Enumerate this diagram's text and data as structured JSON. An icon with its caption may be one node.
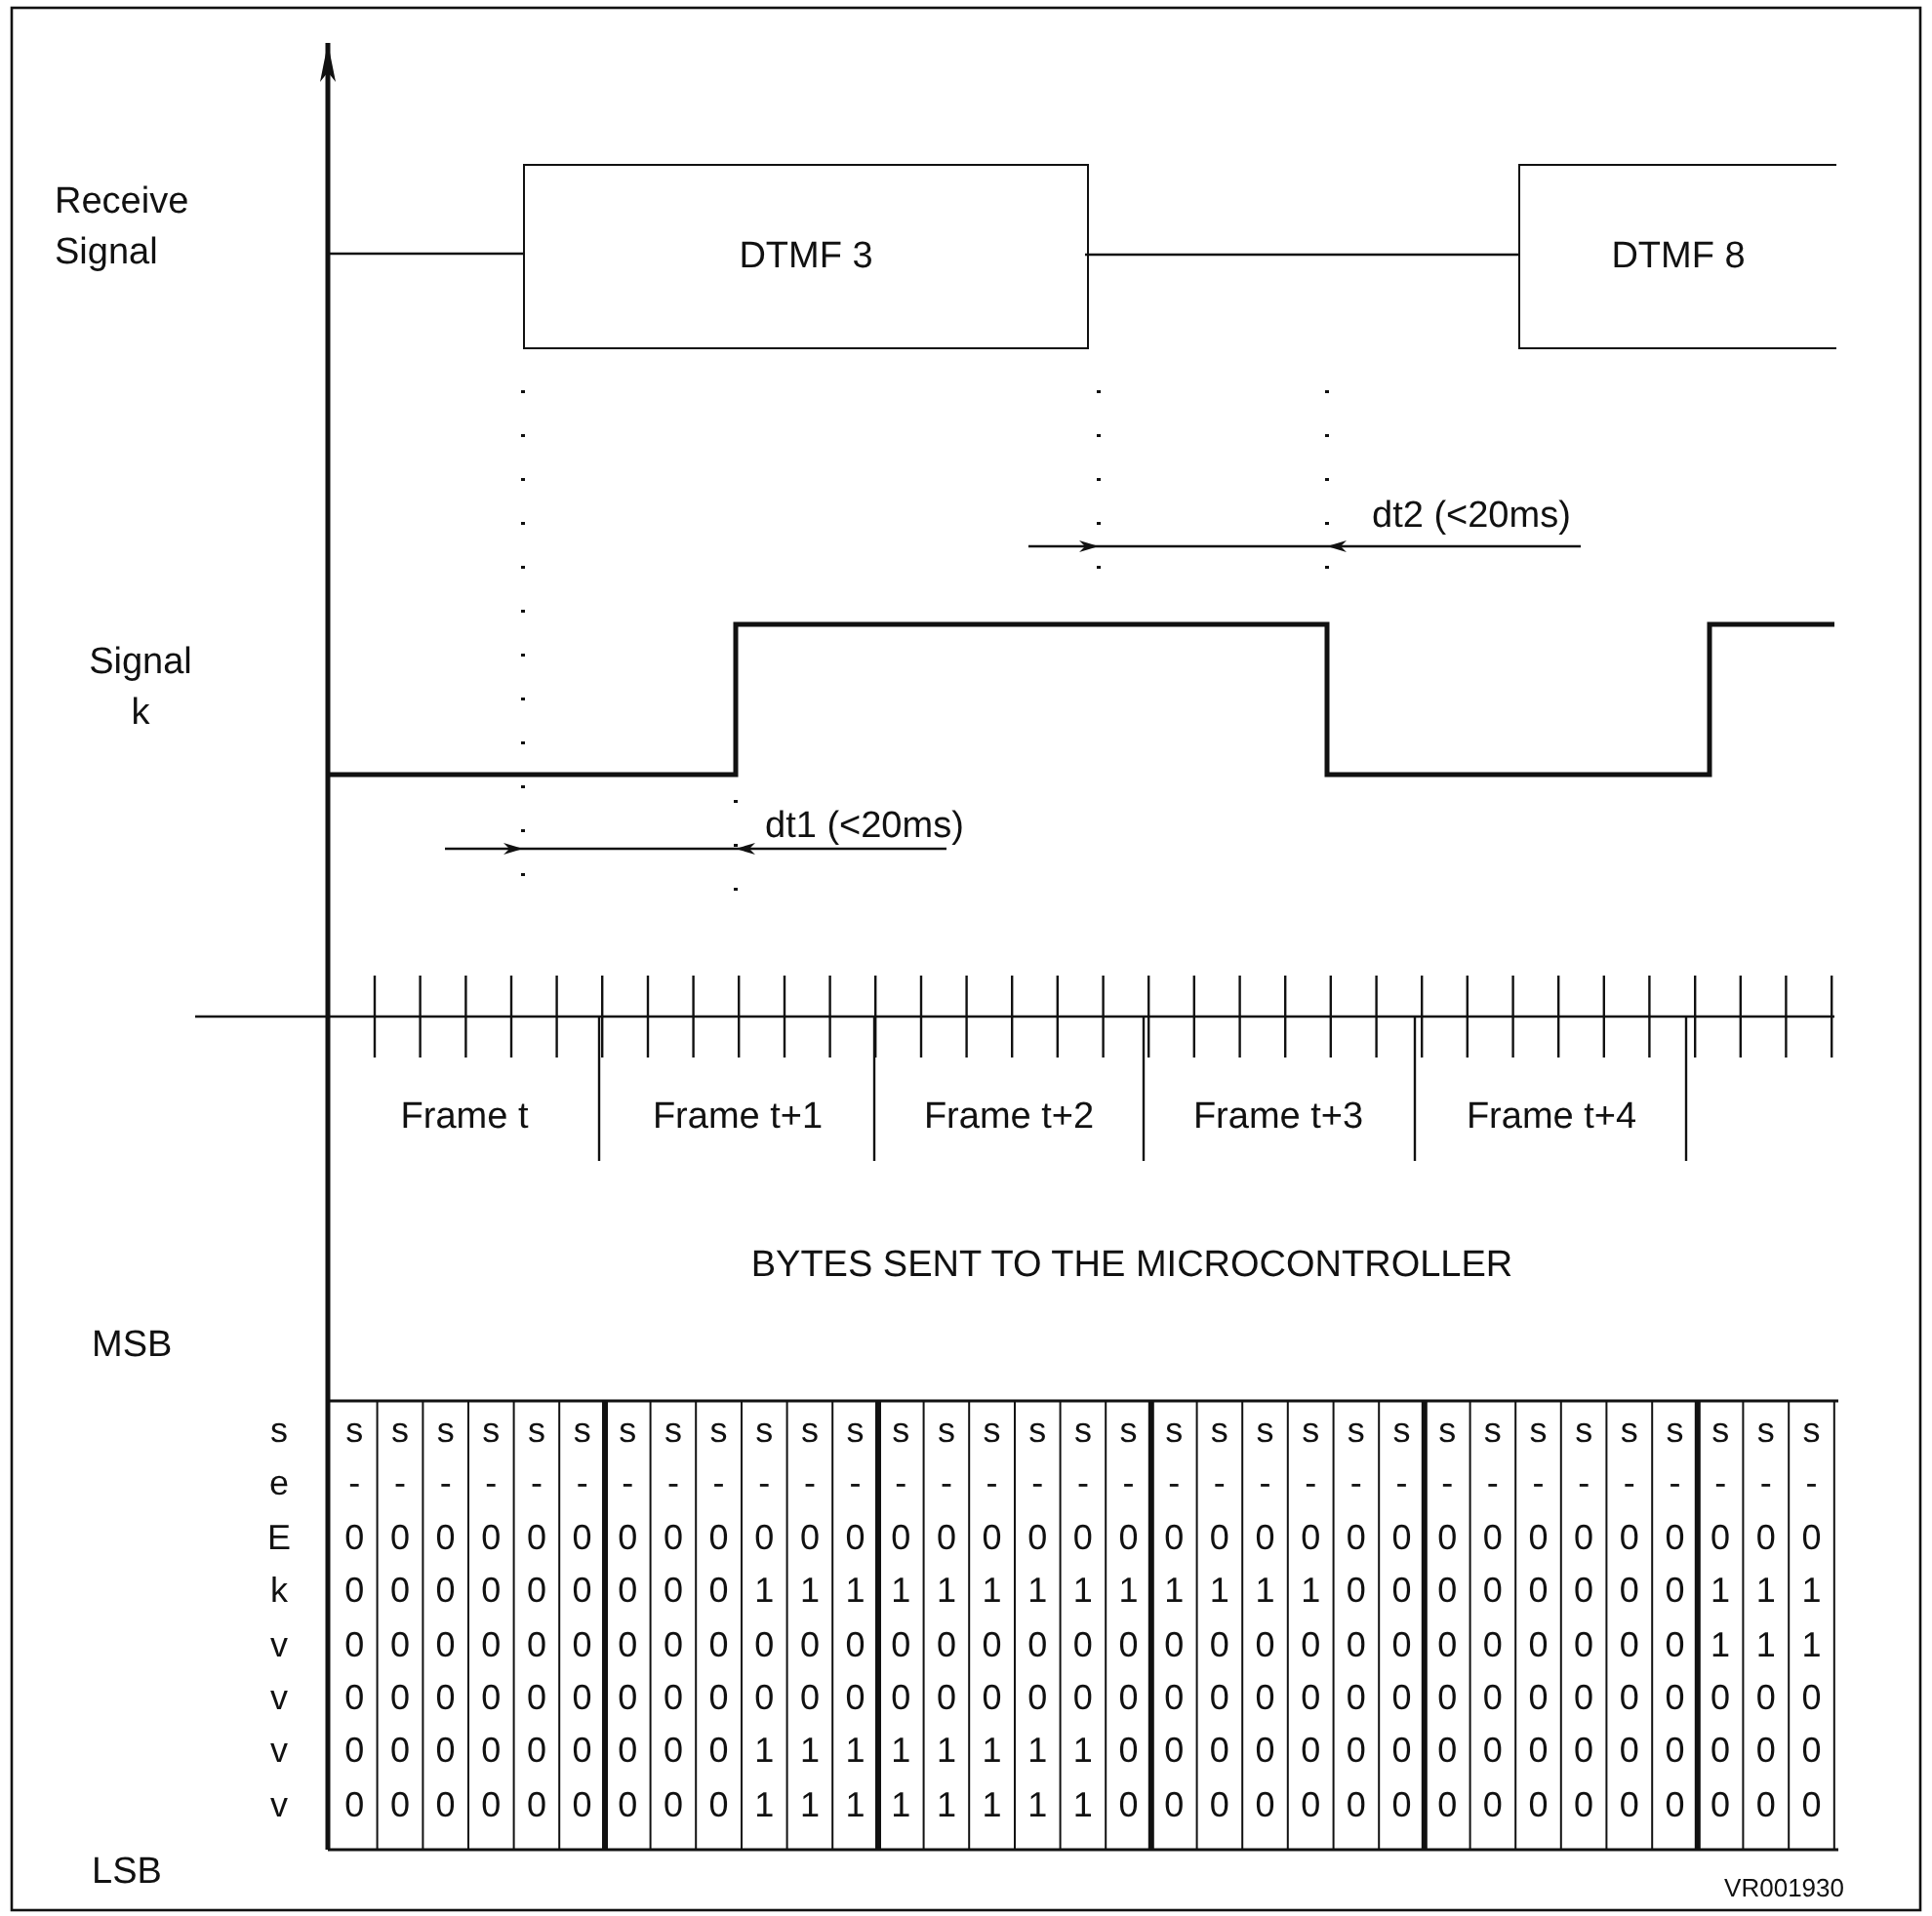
{
  "diagram": {
    "nodes": [
      {
        "text": [
          "DTMF 3"
        ]
      },
      {
        "text": [
          "DTMF 8"
        ]
      }
    ],
    "edges": [
      {
        "from": 0,
        "to": 1,
        "arrow": "none"
      }
    ],
    "labels": [
      "Receive Signal",
      "dt2 (<20ms)",
      "Signal k",
      "dt1 (<20ms)",
      "Frame t",
      "Frame t+1",
      "Frame t+2",
      "Frame t+3",
      "Frame t+4",
      "BYTES SENT TO THE MICROCONTROLLER",
      "MSB",
      "s",
      "s",
      "s",
      "s",
      "s",
      "s",
      "s",
      "s",
      "s",
      "s",
      "s",
      "s",
      "s",
      "s",
      "s",
      "s",
      "s",
      "s",
      "s",
      "s",
      "s",
      "s",
      "s",
      "s",
      "s",
      "s",
      "s",
      "s",
      "s",
      "s",
      "s",
      "s",
      "s",
      "s",
      "e",
      "-",
      "-",
      "-",
      "-",
      "-",
      "-",
      "-",
      "-",
      "-",
      "-",
      "-",
      "-",
      "-",
      "-",
      "-",
      "-",
      "-",
      "-",
      "-",
      "-",
      "-",
      "-",
      "-",
      "-",
      "-",
      "-",
      "-",
      "-",
      "-",
      "-",
      "-",
      "-",
      "-",
      "E",
      "0",
      "0",
      "0",
      "0",
      "0",
      "0",
      "0",
      "0",
      "0",
      "0",
      "0",
      "0",
      "0",
      "0",
      "0",
      "0",
      "0",
      "0",
      "0",
      "0",
      "0",
      "0",
      "0",
      "0",
      "0",
      "0",
      "0",
      "0",
      "0",
      "0",
      "0",
      "0",
      "0",
      "k",
      "0",
      "0",
      "0",
      "0",
      "0",
      "0",
      "0",
      "0",
      "0",
      "1",
      "1",
      "1",
      "1",
      "1",
      "1",
      "1",
      "1",
      "1",
      "1",
      "1",
      "1",
      "1",
      "0",
      "0",
      "0",
      "0",
      "0",
      "0",
      "0",
      "0",
      "1",
      "1",
      "1",
      "v",
      "0",
      "0",
      "0",
      "0",
      "0",
      "0",
      "0",
      "0",
      "0",
      "0",
      "0",
      "0",
      "0",
      "0",
      "0",
      "0",
      "0",
      "0",
      "0",
      "0",
      "0",
      "0",
      "0",
      "0",
      "0",
      "0",
      "0",
      "0",
      "0",
      "0",
      "1",
      "1",
      "1",
      "v",
      "0",
      "0",
      "0",
      "0",
      "0",
      "0",
      "0",
      "0",
      "0",
      "0",
      "0",
      "0",
      "0",
      "0",
      "0",
      "0",
      "0",
      "0",
      "0",
      "0",
      "0",
      "0",
      "0",
      "0",
      "0",
      "0",
      "0",
      "0",
      "0",
      "0",
      "0",
      "0",
      "0",
      "v",
      "0",
      "0",
      "0",
      "0",
      "0",
      "0",
      "0",
      "0",
      "0",
      "1",
      "1",
      "1",
      "1",
      "1",
      "1",
      "1",
      "1",
      "0",
      "0",
      "0",
      "0",
      "0",
      "0",
      "0",
      "0",
      "0",
      "0",
      "0",
      "0",
      "0",
      "0",
      "0",
      "0",
      "v",
      "0",
      "0",
      "0",
      "0",
      "0",
      "0",
      "0",
      "0",
      "0",
      "1",
      "1",
      "1",
      "1",
      "1",
      "1",
      "1",
      "1",
      "0",
      "0",
      "0",
      "0",
      "0",
      "0",
      "0",
      "0",
      "0",
      "0",
      "0",
      "0",
      "0",
      "0",
      "0",
      "0",
      "LSB",
      "VR001930"
    ]
  }
}
